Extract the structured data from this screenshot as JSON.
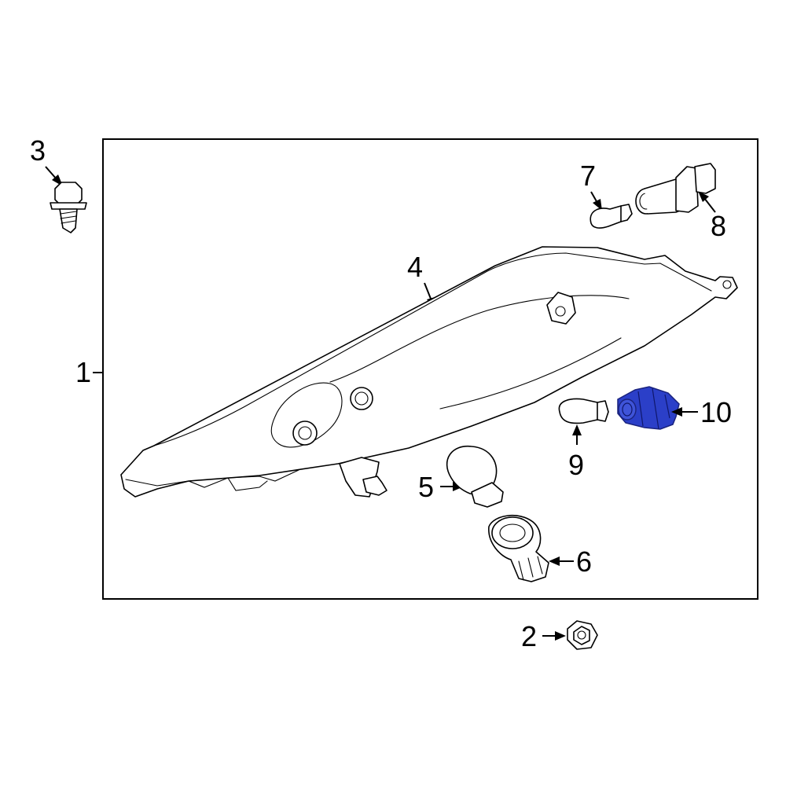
{
  "diagram": {
    "callouts": [
      "1",
      "2",
      "3",
      "4",
      "5",
      "6",
      "7",
      "8",
      "9",
      "10"
    ],
    "highlight_part": "10",
    "highlight_color": "#2b3fc8",
    "line_color": "#000000",
    "background": "#ffffff"
  }
}
